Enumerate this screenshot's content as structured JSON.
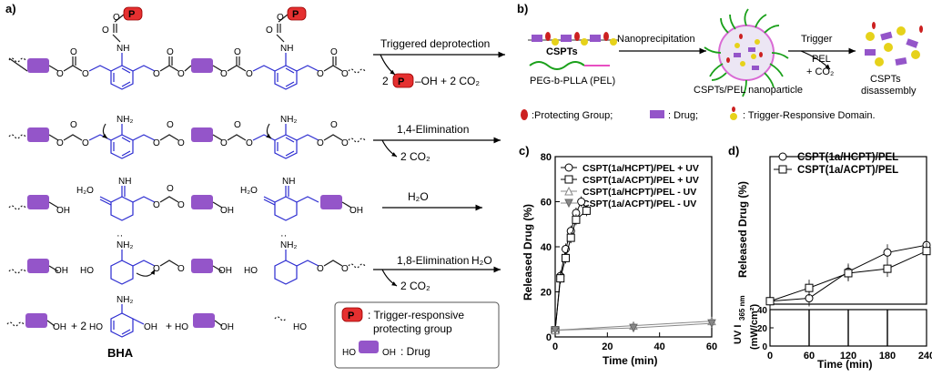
{
  "panel_labels": [
    "a)",
    "b)",
    "c)",
    "d)"
  ],
  "panel_a": {
    "reactions": [
      {
        "label": "Triggered deprotection",
        "products_coeff": "2",
        "products_tail": "–OH  +  2 CO₂"
      },
      {
        "label": "1,4-Elimination",
        "products_tail": "2 CO₂"
      },
      {
        "label": "H₂O"
      },
      {
        "label": "1,8-Elimination",
        "extra_label": "H₂O",
        "products_tail": "2 CO₂"
      }
    ],
    "atom_labels": {
      "nh": "NH",
      "nh2": "NH₂",
      "oh": "OH",
      "ho": "HO",
      "o": "O",
      "h2o": "H₂O",
      "p": "P",
      "lone_pair": "··"
    },
    "final_coeff": "+ 2",
    "final_plus": "+",
    "bha_label": "BHA",
    "legend": {
      "p_symbol": "P",
      "p_text_1": ": Trigger-responsive",
      "p_text_2": "protecting group",
      "drug_text": ": Drug"
    }
  },
  "panel_b": {
    "cspt_label": "CSPTs",
    "pel_label": "PEG-b-PLLA (PEL)",
    "arrow1_label": "Nanoprecipitation",
    "nanoparticle_label": "CSPTs/PEL nanoparticle",
    "trigger_label": "Trigger",
    "pel_co2_label_1": "PEL",
    "pel_co2_label_2": "+ CO₂",
    "disassembly_label_1": "CSPTs",
    "disassembly_label_2": "disassembly",
    "legend": [
      {
        "text": ":Protecting Group;",
        "color": "#cc2020"
      },
      {
        "text": ": Drug;",
        "color": "#9455c9"
      },
      {
        "text": ": Trigger-Responsive Domain.",
        "color": "#e6d21a"
      }
    ]
  },
  "chart_data": [
    {
      "type": "line",
      "title": "",
      "xlabel": "Time (min)",
      "ylabel": "Released Drug (%)",
      "xlim": [
        0,
        60
      ],
      "ylim": [
        0,
        80
      ],
      "xticks": [
        0,
        20,
        40,
        60
      ],
      "yticks": [
        0,
        20,
        40,
        60,
        80
      ],
      "legend": "top-left",
      "series": [
        {
          "name": "CSPT(1a/HCPT)/PEL + UV",
          "marker": "open-circle",
          "x": [
            0,
            2,
            4,
            6,
            8,
            10
          ],
          "y": [
            3,
            27,
            39,
            47,
            55,
            60
          ]
        },
        {
          "name": "CSPT(1a/ACPT)/PEL + UV",
          "marker": "open-square",
          "x": [
            0,
            2,
            4,
            6,
            8,
            12
          ],
          "y": [
            3,
            26,
            35,
            44,
            52,
            56
          ]
        },
        {
          "name": "CSPT(1a/HCPT)/PEL - UV",
          "marker": "open-triangle-up",
          "x": [
            0,
            30,
            60
          ],
          "y": [
            3,
            5,
            7
          ]
        },
        {
          "name": "CSPT(1a/ACPT)/PEL - UV",
          "marker": "filled-triangle-down",
          "x": [
            0,
            30,
            60
          ],
          "y": [
            3,
            4,
            6
          ]
        }
      ]
    },
    {
      "type": "line",
      "title": "",
      "xlabel": "Time (min)",
      "ylabel": "Released Drug (%)",
      "xlim": [
        0,
        240
      ],
      "xticks": [
        0,
        60,
        120,
        180,
        240
      ],
      "legend": "top-left",
      "series": [
        {
          "name": "CSPT(1a/HCPT)/PEL",
          "marker": "open-circle",
          "x": [
            0,
            60,
            120,
            180,
            240
          ],
          "y": [
            2,
            4,
            22,
            35,
            40
          ]
        },
        {
          "name": "CSPT(1a/ACPT)/PEL",
          "marker": "open-square",
          "x": [
            0,
            60,
            120,
            180,
            240
          ],
          "y": [
            2,
            11,
            21,
            24,
            36
          ]
        }
      ],
      "lower_panel": {
        "type": "bar",
        "ylabel_1": "UV I",
        "ylabel_sub": "365 nm",
        "ylabel_2": "(mW/cm²)",
        "ylim": [
          0,
          40
        ],
        "yticks": [
          0,
          20,
          40
        ],
        "pulses": [
          {
            "x": 60,
            "value": 40
          },
          {
            "x": 120,
            "value": 40
          },
          {
            "x": 180,
            "value": 40
          }
        ]
      }
    }
  ]
}
